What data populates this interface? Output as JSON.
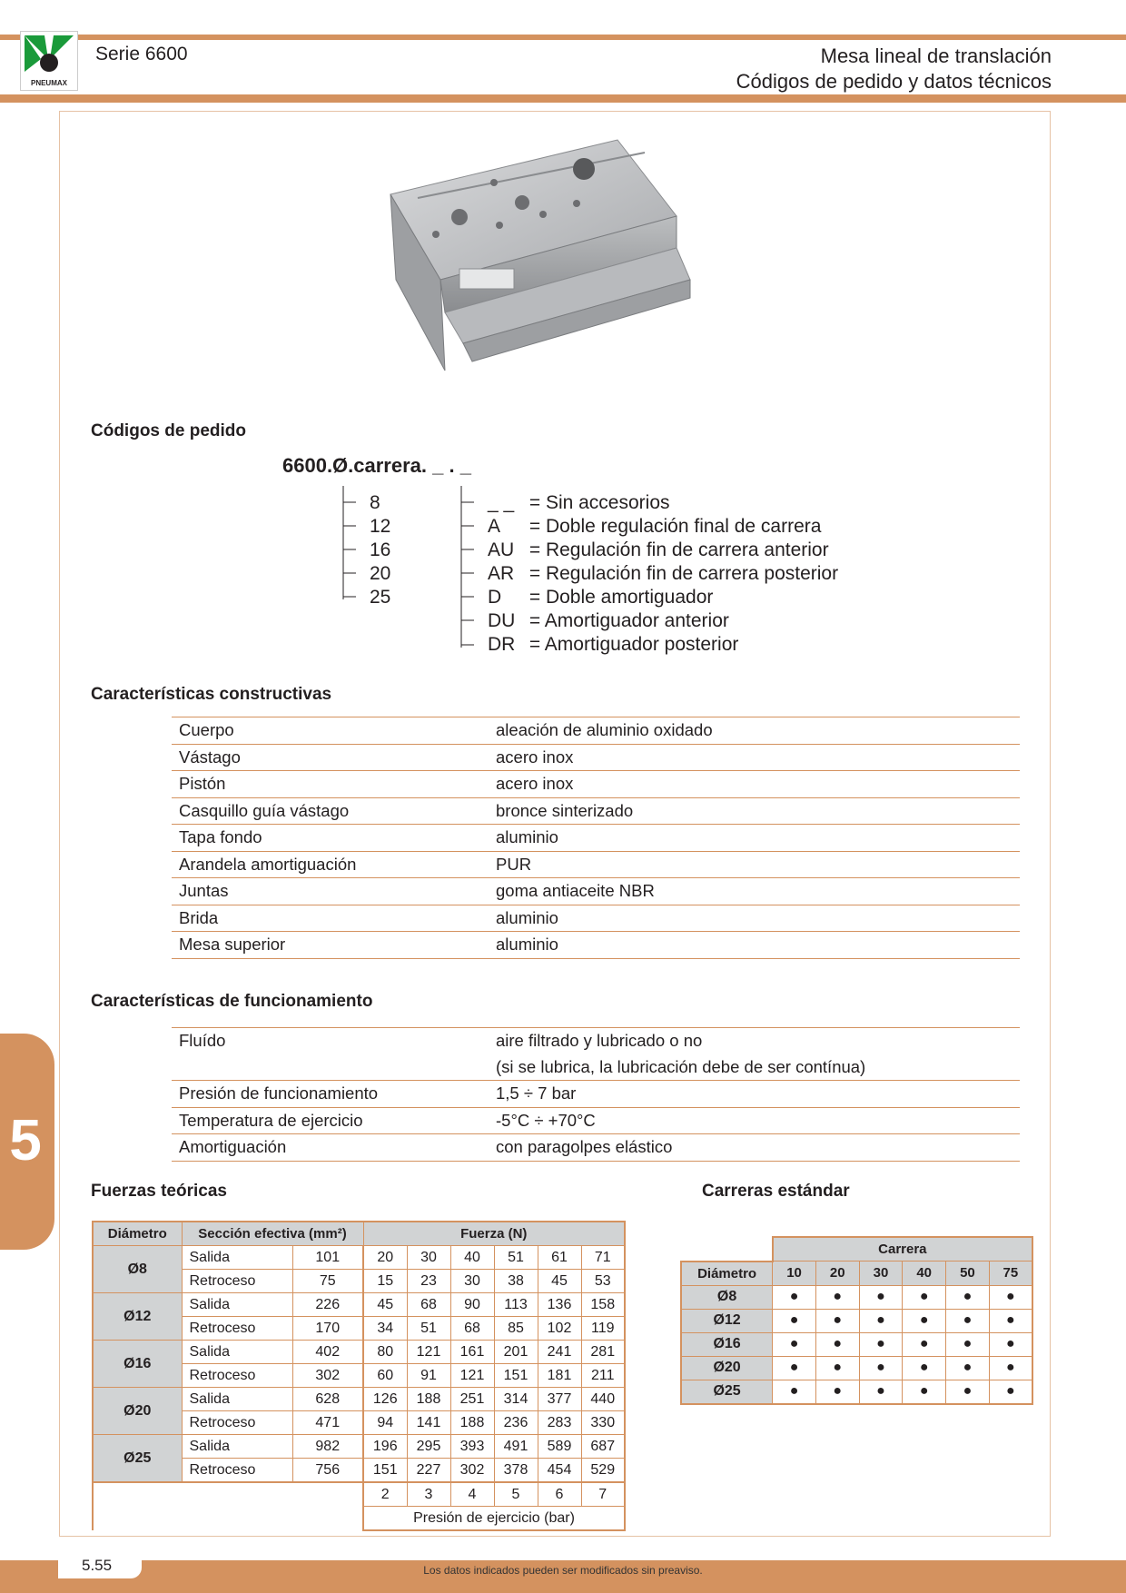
{
  "header": {
    "series": "Serie 6600",
    "title_line1": "Mesa lineal de translación",
    "title_line2": "Códigos de pedido y datos técnicos",
    "logo_text": "PNEUMAX",
    "accent_color": "#d4925f"
  },
  "side_tab": {
    "number": "5"
  },
  "order_codes": {
    "heading": "Códigos de pedido",
    "code": "6600.Ø.carrera. _ . _",
    "diameters": [
      "8",
      "12",
      "16",
      "20",
      "25"
    ],
    "accessories": [
      {
        "code": "_ _",
        "desc": "= Sin accesorios"
      },
      {
        "code": "A",
        "desc": "= Doble regulación final de carrera"
      },
      {
        "code": "AU",
        "desc": "= Regulación fin de carrera anterior"
      },
      {
        "code": "AR",
        "desc": "= Regulación fin de carrera posterior"
      },
      {
        "code": "D",
        "desc": "= Doble amortiguador"
      },
      {
        "code": "DU",
        "desc": "= Amortiguador anterior"
      },
      {
        "code": "DR",
        "desc": "= Amortiguador posterior"
      }
    ]
  },
  "construction": {
    "heading": "Características constructivas",
    "rows": [
      [
        "Cuerpo",
        "aleación de aluminio oxidado"
      ],
      [
        "Vástago",
        "acero inox"
      ],
      [
        "Pistón",
        "acero inox"
      ],
      [
        "Casquillo guía vástago",
        "bronce sinterizado"
      ],
      [
        "Tapa fondo",
        "aluminio"
      ],
      [
        "Arandela amortiguación",
        "PUR"
      ],
      [
        "Juntas",
        "goma antiaceite NBR"
      ],
      [
        "Brida",
        "aluminio"
      ],
      [
        "Mesa superior",
        "aluminio"
      ]
    ]
  },
  "operation": {
    "heading": "Características de funcionamiento",
    "rows": [
      [
        "Fluído",
        "aire filtrado y lubricado o no"
      ],
      [
        "",
        "(si se lubrica, la lubricación debe de ser contínua)"
      ],
      [
        "Presión de funcionamiento",
        "1,5 ÷ 7 bar"
      ],
      [
        "Temperatura de ejercicio",
        "-5°C ÷ +70°C"
      ],
      [
        "Amortiguación",
        "con paragolpes elástico"
      ]
    ]
  },
  "forces": {
    "heading": "Fuerzas teóricas",
    "col_diam": "Diámetro",
    "col_section": "Sección efectiva (mm²)",
    "col_force": "Fuerza (N)",
    "groups": [
      {
        "diam": "Ø8",
        "rows": [
          [
            "Salida",
            "101",
            "20",
            "30",
            "40",
            "51",
            "61",
            "71"
          ],
          [
            "Retroceso",
            "75",
            "15",
            "23",
            "30",
            "38",
            "45",
            "53"
          ]
        ]
      },
      {
        "diam": "Ø12",
        "rows": [
          [
            "Salida",
            "226",
            "45",
            "68",
            "90",
            "113",
            "136",
            "158"
          ],
          [
            "Retroceso",
            "170",
            "34",
            "51",
            "68",
            "85",
            "102",
            "119"
          ]
        ]
      },
      {
        "diam": "Ø16",
        "rows": [
          [
            "Salida",
            "402",
            "80",
            "121",
            "161",
            "201",
            "241",
            "281"
          ],
          [
            "Retroceso",
            "302",
            "60",
            "91",
            "121",
            "151",
            "181",
            "211"
          ]
        ]
      },
      {
        "diam": "Ø20",
        "rows": [
          [
            "Salida",
            "628",
            "126",
            "188",
            "251",
            "314",
            "377",
            "440"
          ],
          [
            "Retroceso",
            "471",
            "94",
            "141",
            "188",
            "236",
            "283",
            "330"
          ]
        ]
      },
      {
        "diam": "Ø25",
        "rows": [
          [
            "Salida",
            "982",
            "196",
            "295",
            "393",
            "491",
            "589",
            "687"
          ],
          [
            "Retroceso",
            "756",
            "151",
            "227",
            "302",
            "378",
            "454",
            "529"
          ]
        ]
      }
    ],
    "pressures": [
      "2",
      "3",
      "4",
      "5",
      "6",
      "7"
    ],
    "pressure_label": "Presión de ejercicio (bar)"
  },
  "strokes": {
    "heading": "Carreras estándar",
    "col_diam": "Diámetro",
    "col_stroke": "Carrera",
    "strokes": [
      "10",
      "20",
      "30",
      "40",
      "50",
      "75"
    ],
    "rows": [
      {
        "diam": "Ø8",
        "marks": [
          "●",
          "●",
          "●",
          "●",
          "●",
          "●"
        ]
      },
      {
        "diam": "Ø12",
        "marks": [
          "●",
          "●",
          "●",
          "●",
          "●",
          "●"
        ]
      },
      {
        "diam": "Ø16",
        "marks": [
          "●",
          "●",
          "●",
          "●",
          "●",
          "●"
        ]
      },
      {
        "diam": "Ø20",
        "marks": [
          "●",
          "●",
          "●",
          "●",
          "●",
          "●"
        ]
      },
      {
        "diam": "Ø25",
        "marks": [
          "●",
          "●",
          "●",
          "●",
          "●",
          "●"
        ]
      }
    ]
  },
  "footer": {
    "page": "5.55",
    "note": "Los datos indicados pueden ser modificados sin preaviso."
  }
}
